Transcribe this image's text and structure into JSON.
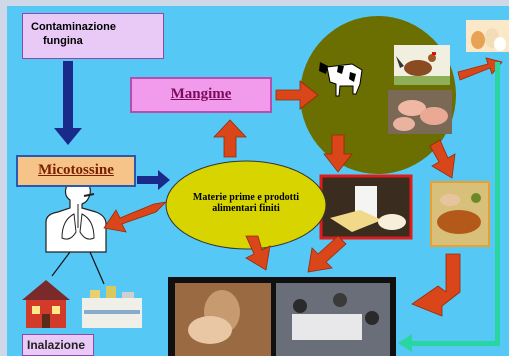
{
  "labels": {
    "contaminazione_line1": "Contaminazione",
    "contaminazione_line2": "fungina",
    "mangime": "Mangime",
    "micotossine": "Micotossine",
    "materie_line1": "Materie prime e prodotti",
    "materie_line2": "alimentari finiti",
    "inalazione": "Inalazione"
  },
  "colors": {
    "background": "#55c8f6",
    "frame": "#cfd8e6",
    "arrow_red": "#d8461a",
    "arrow_blue": "#1a2a8a",
    "arrow_green": "#2ad6a0",
    "ellipse_fill": "#d7d400",
    "circle_fill": "#6b6e00"
  },
  "icons": [
    "cow-icon",
    "hen-icon",
    "pigs-icon",
    "eggs-icon",
    "dairy-icon",
    "roast-food-icon",
    "human-lungs-icon",
    "house-icon",
    "factory-icon",
    "mother-child-photo",
    "meeting-photo"
  ]
}
